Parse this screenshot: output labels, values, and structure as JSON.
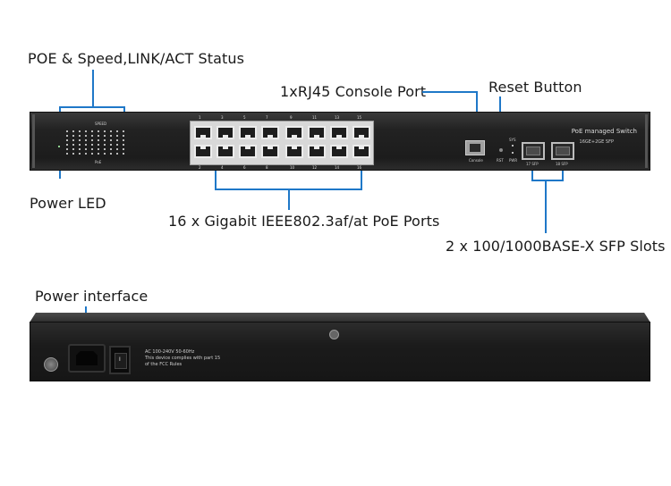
{
  "labels": {
    "status_leds": "POE & Speed,LINK/ACT Status",
    "console_port": "1xRJ45  Console Port",
    "reset_button": "Reset Button",
    "power_led": "Power LED",
    "poe_ports": "16 x Gigabit IEEE802.3af/at PoE Ports",
    "sfp_slots": "2 x 100/1000BASE-X SFP Slots",
    "power_interface": "Power interface"
  },
  "front_panel": {
    "brand_line1": "PoE managed Switch",
    "brand_line2": "16GE+2GE SFP",
    "top_port_numbers": [
      "1",
      "3",
      "5",
      "7",
      "9",
      "11",
      "13",
      "15"
    ],
    "bottom_port_numbers": [
      "2",
      "4",
      "6",
      "8",
      "10",
      "12",
      "14",
      "16"
    ],
    "console_label": "Console",
    "reset_label": "RST",
    "sys_label": "SYS",
    "pwr_label": "PWR",
    "sfp_labels": [
      "17 SFP",
      "18 SFP"
    ],
    "led_panel_labels": [
      "SPEED",
      "PoE"
    ]
  },
  "rear_panel": {
    "text_lines": [
      "AC 100-240V 50-60Hz",
      "This device complies with part 15",
      "of the FCC Rules"
    ],
    "switch_mark": "I"
  },
  "colors": {
    "callout": "#1f78c8",
    "chassis": "#1e1e1e"
  }
}
